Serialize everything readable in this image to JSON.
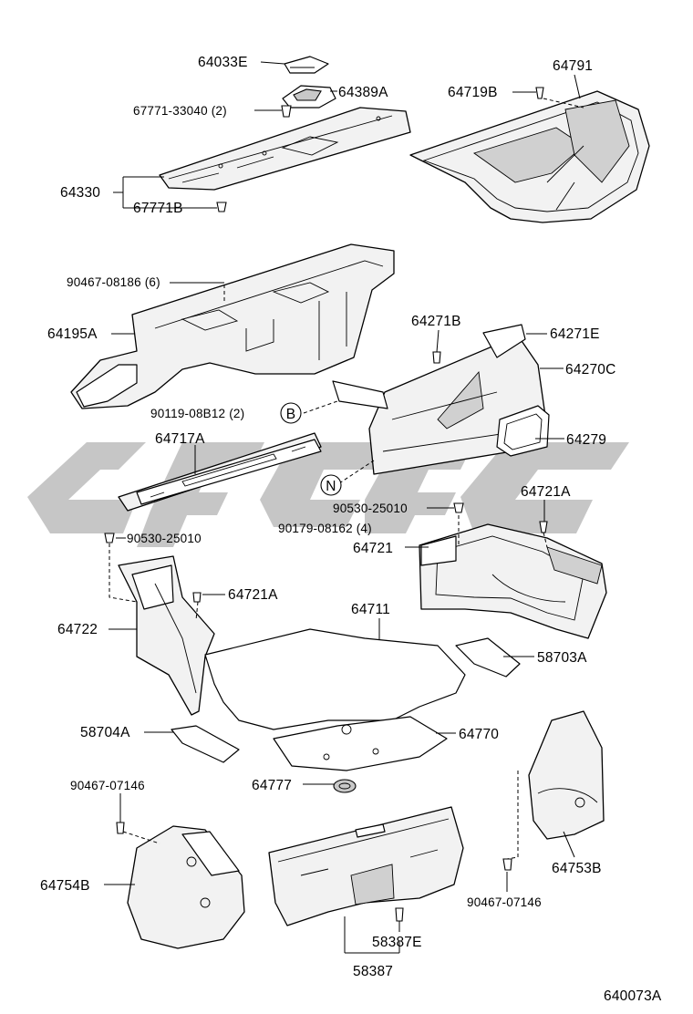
{
  "diagram_code": "640073A",
  "watermark": "cjpc",
  "callouts": {
    "circle_b": "B",
    "circle_n": "N"
  },
  "parts": {
    "p64033E": "64033E",
    "p64389A": "64389A",
    "p67771_33040": "67771-33040 (2)",
    "p64330": "64330",
    "p67771B": "67771B",
    "p64791": "64791",
    "p64719B": "64719B",
    "p90467_08186": "90467-08186 (6)",
    "p64195A": "64195A",
    "p64271B": "64271B",
    "p64271E": "64271E",
    "p64270C": "64270C",
    "p90119_08B12": "90119-08B12 (2)",
    "p64717A": "64717A",
    "p64279": "64279",
    "p90530_25010_a": "90530-25010",
    "p90179_08162": "90179-08162 (4)",
    "p64721A_a": "64721A",
    "p64721": "64721",
    "p90530_25010_b": "90530-25010",
    "p64721A_b": "64721A",
    "p64711": "64711",
    "p64722": "64722",
    "p58703A": "58703A",
    "p58704A": "58704A",
    "p64770": "64770",
    "p64777": "64777",
    "p90467_07146_a": "90467-07146",
    "p64754B": "64754B",
    "p64753B": "64753B",
    "p90467_07146_b": "90467-07146",
    "p58387E": "58387E",
    "p58387": "58387"
  }
}
